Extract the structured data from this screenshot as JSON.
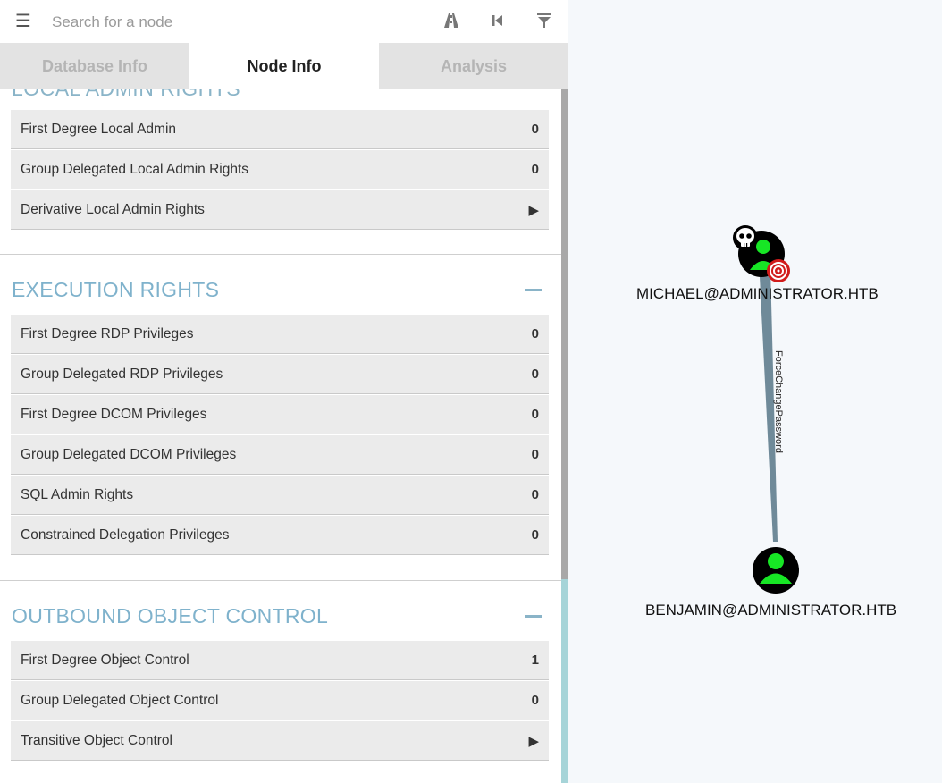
{
  "search": {
    "placeholder": "Search for a node"
  },
  "toolbar": {
    "menu_icon": "hamburger-icon",
    "pathfinding_icon": "road-icon",
    "back_icon": "skip-back-icon",
    "filter_icon": "filter-icon"
  },
  "tabs": [
    {
      "label": "Database Info",
      "active": false
    },
    {
      "label": "Node Info",
      "active": true
    },
    {
      "label": "Analysis",
      "active": false
    }
  ],
  "sections": {
    "local_admin": {
      "heading": "LOCAL ADMIN RIGHTS",
      "rows": [
        {
          "label": "First Degree Local Admin",
          "value": "0"
        },
        {
          "label": "Group Delegated Local Admin Rights",
          "value": "0"
        },
        {
          "label": "Derivative Local Admin Rights",
          "value": "▶"
        }
      ]
    },
    "execution": {
      "heading": "EXECUTION RIGHTS",
      "rows": [
        {
          "label": "First Degree RDP Privileges",
          "value": "0"
        },
        {
          "label": "Group Delegated RDP Privileges",
          "value": "0"
        },
        {
          "label": "First Degree DCOM Privileges",
          "value": "0"
        },
        {
          "label": "Group Delegated DCOM Privileges",
          "value": "0"
        },
        {
          "label": "SQL Admin Rights",
          "value": "0"
        },
        {
          "label": "Constrained Delegation Privileges",
          "value": "0"
        }
      ]
    },
    "outbound": {
      "heading": "OUTBOUND OBJECT CONTROL",
      "rows": [
        {
          "label": "First Degree Object Control",
          "value": "1"
        },
        {
          "label": "Group Delegated Object Control",
          "value": "0"
        },
        {
          "label": "Transitive Object Control",
          "value": "▶"
        }
      ]
    }
  },
  "graph": {
    "nodes": [
      {
        "label": "MICHAEL@ADMINISTRATOR.HTB",
        "type": "user",
        "owned": true,
        "target": true
      },
      {
        "label": "BENJAMIN@ADMINISTRATOR.HTB",
        "type": "user",
        "owned": false,
        "target": false
      }
    ],
    "edge": {
      "label": "ForceChangePassword"
    },
    "colors": {
      "user_node": "#17e625",
      "node_bg": "#000000",
      "target": "#d11b1b",
      "edge": "#6f8a99"
    }
  }
}
